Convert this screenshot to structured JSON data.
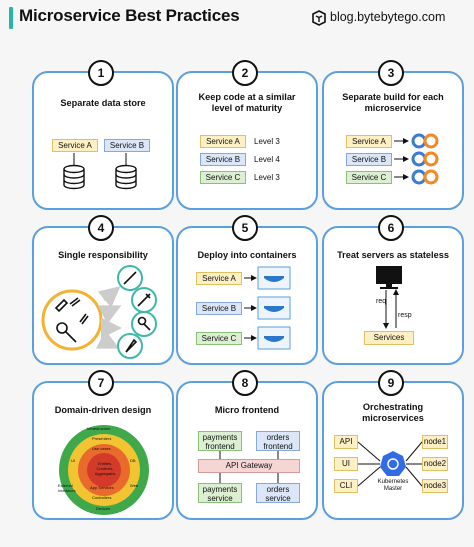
{
  "header": {
    "title": "Microservice Best Practices",
    "brand": "blog.bytebytego.com"
  },
  "cards": [
    {
      "num": "1",
      "title": "Separate data store",
      "a": "Service A",
      "b": "Service B"
    },
    {
      "num": "2",
      "title": "Keep code at a similar level of maturity",
      "rows": [
        {
          "svc": "Service A",
          "lvl": "Level 3"
        },
        {
          "svc": "Service B",
          "lvl": "Level 4"
        },
        {
          "svc": "Service C",
          "lvl": "Level 3"
        }
      ]
    },
    {
      "num": "3",
      "title": "Separate build for each microservice",
      "rows": [
        "Service A",
        "Service B",
        "Service C"
      ]
    },
    {
      "num": "4",
      "title": "Single responsibility"
    },
    {
      "num": "5",
      "title": "Deploy into containers",
      "rows": [
        "Service A",
        "Service B",
        "Service C"
      ]
    },
    {
      "num": "6",
      "title": "Treat servers as stateless",
      "req": "req",
      "resp": "resp",
      "services": "Services"
    },
    {
      "num": "7",
      "title": "Domain-driven design",
      "rings": {
        "infrastructure": "Infrastructure",
        "presenters": "Presenters",
        "ui": "UI",
        "usecases": "Use cases",
        "entities": "Entities, Contexts, Aggregates",
        "app_services": "App Services",
        "controllers": "Controllers",
        "devices": "Devices",
        "db": "DB",
        "web": "Web",
        "external": "External Interfaces"
      }
    },
    {
      "num": "8",
      "title": "Micro frontend",
      "top": [
        "payments frontend",
        "orders frontend"
      ],
      "gateway": "API Gateway",
      "bottom": [
        "payments service",
        "orders service"
      ]
    },
    {
      "num": "9",
      "title": "Orchestrating microservices",
      "left": [
        "API",
        "UI",
        "CLI"
      ],
      "master": "Kubernetes Master",
      "nodes": [
        "node1",
        "node2",
        "node3"
      ]
    }
  ]
}
